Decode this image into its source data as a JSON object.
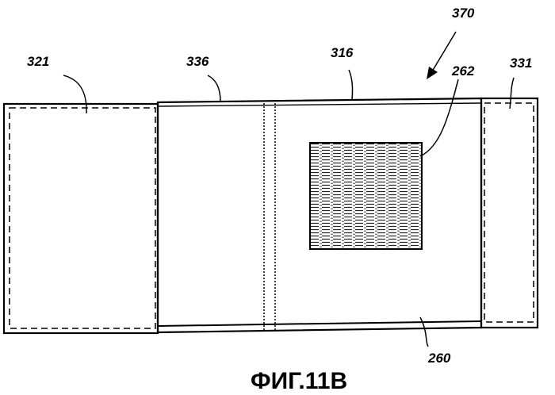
{
  "figure": {
    "caption": "ФИГ.11В",
    "labels": {
      "l321": "321",
      "l336": "336",
      "l316": "316",
      "l370": "370",
      "l262": "262",
      "l331": "331",
      "l260": "260"
    }
  }
}
